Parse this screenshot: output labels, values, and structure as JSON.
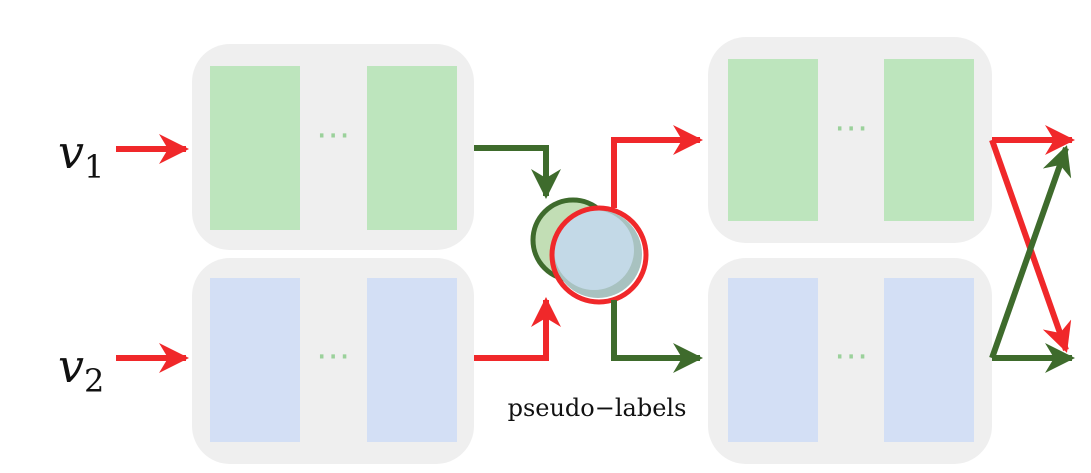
{
  "inputs": {
    "view1": {
      "symbol": "v",
      "subscript": "1"
    },
    "view2": {
      "symbol": "v",
      "subscript": "2"
    }
  },
  "ellipsis": "⋯",
  "fusion_caption": "pseudo−labels",
  "colors": {
    "panel": "#efefef",
    "view1_block": "#bde5bd",
    "view2_block": "#d3dff5",
    "dots": "#9bd19b",
    "red_arrow": "#f0282a",
    "green_arrow": "#3e6b2c",
    "circle_green_fill": "#c2deb5",
    "circle_blue_fill": "#c3d9e7",
    "circle_shadow": "#a8c2c0"
  }
}
